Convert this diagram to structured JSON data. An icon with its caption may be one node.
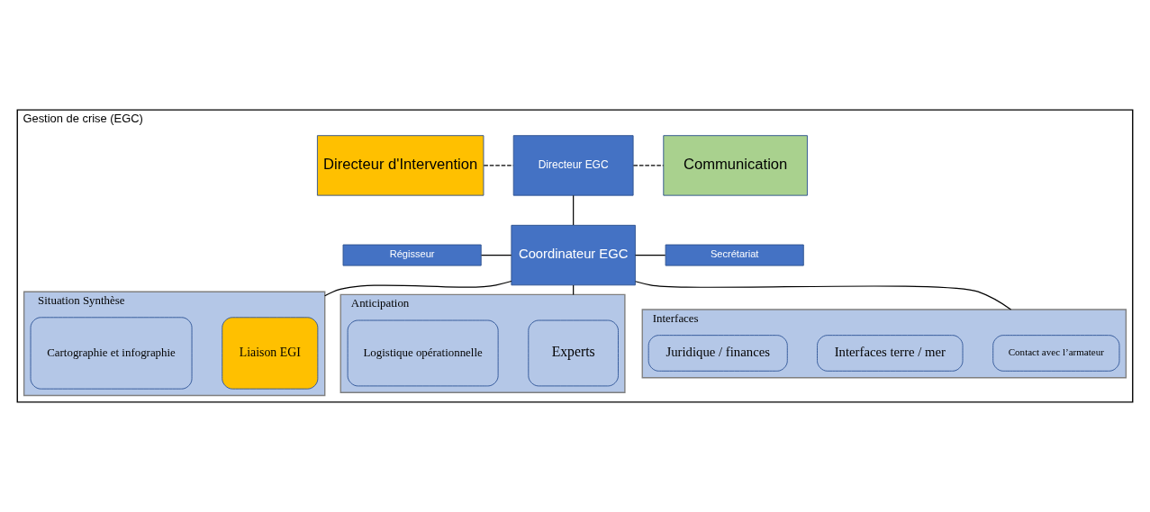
{
  "diagram": {
    "nodes": [
      {
        "text": [
          "Gestion de crise (EGC)"
        ]
      },
      {
        "text": [
          "Directeur d'Intervention"
        ],
        "in": 0
      },
      {
        "text": [
          "Directeur EGC"
        ],
        "in": 0
      },
      {
        "text": [
          "Communication"
        ],
        "in": 0
      },
      {
        "text": [
          "Régisseur"
        ],
        "in": 0
      },
      {
        "text": [
          "Coordinateur EGC"
        ],
        "in": 0
      },
      {
        "text": [
          "Secrétariat"
        ],
        "in": 0
      },
      {
        "text": [
          "Situation Synthèse"
        ],
        "in": 0
      },
      {
        "text": [
          "Liaison EGI"
        ],
        "in": 7
      },
      {
        "text": [
          "Cartographie et infographie"
        ],
        "in": 7
      },
      {
        "text": [
          "Anticipation"
        ],
        "in": 0
      },
      {
        "text": [
          "Experts"
        ],
        "in": 10
      },
      {
        "text": [
          "Logistique opérationnelle"
        ],
        "in": 10
      },
      {
        "text": [
          "Interfaces"
        ],
        "in": 0
      },
      {
        "text": [
          "Contact avec l’armateur"
        ],
        "in": 13
      },
      {
        "text": [
          "Interfaces terre / mer"
        ],
        "in": 13
      },
      {
        "text": [
          "Juridique / finances"
        ],
        "in": 13
      }
    ],
    "edges": [
      {
        "from": 1,
        "to": 2,
        "arrow": "none",
        "style": "dashed"
      },
      {
        "from": 2,
        "to": 3,
        "arrow": "none",
        "style": "dashed"
      },
      {
        "from": 2,
        "to": 5,
        "arrow": "none"
      },
      {
        "from": 4,
        "to": 5,
        "arrow": "none"
      },
      {
        "from": 5,
        "to": 6,
        "arrow": "none"
      },
      {
        "from": 5,
        "to": 7,
        "arrow": "none"
      },
      {
        "from": 5,
        "to": 10,
        "arrow": "none"
      },
      {
        "from": 5,
        "to": 13,
        "arrow": "none"
      }
    ]
  }
}
